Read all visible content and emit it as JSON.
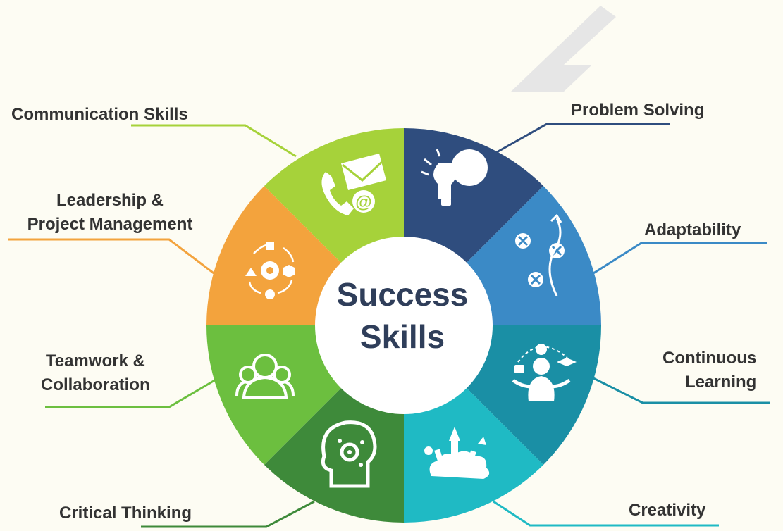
{
  "title": [
    "Success",
    "Skills"
  ],
  "segments": [
    {
      "id": "problem-solving",
      "lines": [
        "Problem Solving"
      ],
      "color": "#2f4d7e",
      "icon": "lightbulb-puzzle-icon"
    },
    {
      "id": "adaptability",
      "lines": [
        "Adaptability"
      ],
      "color": "#3b8ac6",
      "icon": "strategy-path-icon"
    },
    {
      "id": "continuous-learning",
      "lines": [
        "Continuous",
        "Learning"
      ],
      "color": "#1a8fa5",
      "icon": "learner-icon"
    },
    {
      "id": "creativity",
      "lines": [
        "Creativity"
      ],
      "color": "#1fbac4",
      "icon": "art-tools-icon"
    },
    {
      "id": "critical-thinking",
      "lines": [
        "Critical Thinking"
      ],
      "color": "#3e8a3a",
      "icon": "head-gear-icon"
    },
    {
      "id": "teamwork-collaboration",
      "lines": [
        "Teamwork &",
        "Collaboration"
      ],
      "color": "#6cbf3f",
      "icon": "team-icon"
    },
    {
      "id": "leadership-project-management",
      "lines": [
        "Leadership &",
        "Project Management"
      ],
      "color": "#f3a33d",
      "icon": "workflow-gear-icon"
    },
    {
      "id": "communication-skills",
      "lines": [
        "Communication Skills"
      ],
      "color": "#a6d23a",
      "icon": "phone-mail-icon"
    }
  ]
}
